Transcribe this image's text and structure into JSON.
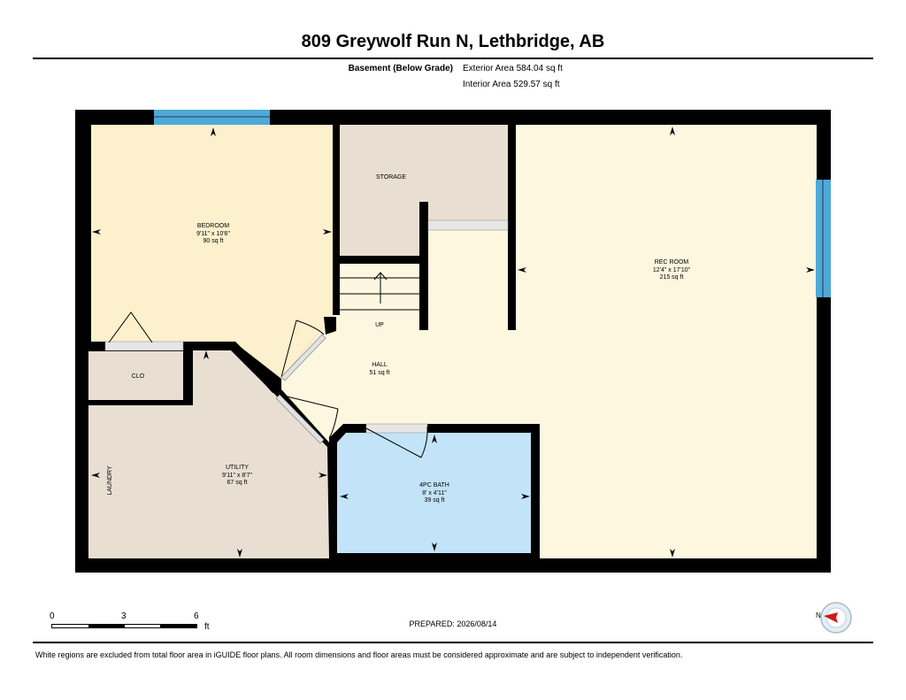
{
  "header": {
    "title": "809 Greywolf Run N, Lethbridge, AB",
    "floor_label": "Basement (Below Grade)",
    "exterior_area": "Exterior Area 584.04 sq ft",
    "interior_area": "Interior Area 529.57 sq ft"
  },
  "rooms": {
    "bedroom": {
      "name": "BEDROOM",
      "dims": "9'11\" x 10'6\"",
      "area": "90 sq ft"
    },
    "storage": {
      "name": "STORAGE"
    },
    "rec_room": {
      "name": "REC ROOM",
      "dims": "12'4\" x 17'10\"",
      "area": "215 sq ft"
    },
    "stairs": {
      "name": "UP"
    },
    "hall": {
      "name": "HALL",
      "area": "51 sq ft"
    },
    "closet": {
      "name": "CLO"
    },
    "utility": {
      "name": "UTILITY",
      "dims": "9'11\" x 8'7\"",
      "area": "67 sq ft"
    },
    "laundry": {
      "name": "LAUNDRY"
    },
    "bath": {
      "name": "4PC BATH",
      "dims": "8' x 4'11\"",
      "area": "39 sq ft"
    }
  },
  "colors": {
    "bedroom": "#fdf0cc",
    "storage": "#e8dfd2",
    "rec_room": "#fdf7e0",
    "hall": "#fdf7e0",
    "utility": "#e8dfd2",
    "closet": "#e8dfd2",
    "bath": "#c2e3f8",
    "wall": "#000000",
    "window": "#4ea8d8",
    "compass_pointer": "#cc1a1a"
  },
  "footer": {
    "scale_labels": [
      "0",
      "3",
      "6"
    ],
    "scale_unit": "ft",
    "prepared": "PREPARED: 2026/08/14",
    "compass_label": "N",
    "disclaimer": "White regions are excluded from total floor area in iGUIDE floor plans. All room dimensions and floor areas must be considered approximate and are subject to independent verification."
  }
}
